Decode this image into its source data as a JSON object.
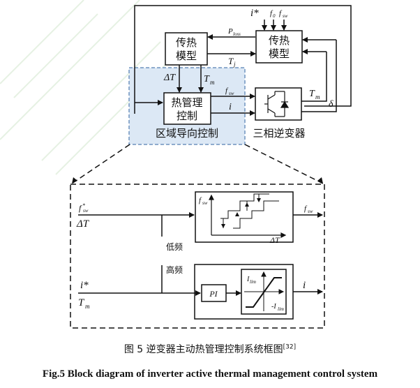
{
  "blocks": {
    "heat_model_left": [
      "传热",
      "模型"
    ],
    "heat_model_right": [
      "传热",
      "模型"
    ],
    "thermal_mgmt": [
      "热管理",
      "控制"
    ],
    "inverter_label": "三相逆变器",
    "zone_label": "区域导向控制"
  },
  "signals": {
    "i_star": "i*",
    "f0": "f",
    "f0_sub": "0",
    "f_sw": "f",
    "sw_sub": "sw",
    "p_loss": "P",
    "p_loss_sub": "loss",
    "t_j": "T",
    "t_j_sub": "j",
    "delta_t": "ΔT",
    "t_m": "T",
    "t_m_sub": "m",
    "i": "i",
    "delta": "δ"
  },
  "detail": {
    "low_freq": "低频",
    "high_freq": "高频",
    "pi": "PI",
    "i_lim": "I",
    "lim_sub": "lim",
    "neg_i_lim": "-I",
    "f_sw_star": "f",
    "star": "*"
  },
  "caption": {
    "chinese": "图 5 逆变器主动热管理控制系统框图",
    "ref": "[32]",
    "english": "Fig.5 Block diagram of inverter active thermal management control system"
  },
  "colors": {
    "zone_fill": "#dce8f5",
    "zone_border": "#6f93bf",
    "line": "#111111"
  }
}
